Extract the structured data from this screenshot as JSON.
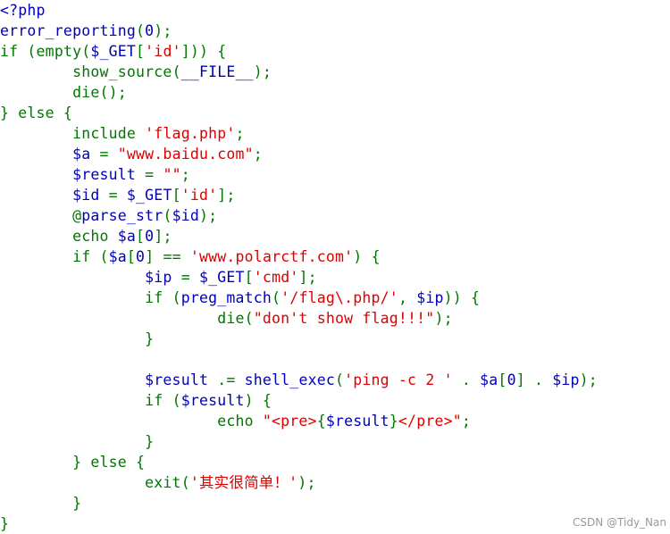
{
  "colors": {
    "default": "#0000BB",
    "keyword": "#007700",
    "string": "#DD0000"
  },
  "lines": [
    [
      {
        "t": "<?php",
        "c": "default"
      }
    ],
    [
      {
        "t": "error_reporting",
        "c": "default"
      },
      {
        "t": "(",
        "c": "keyword"
      },
      {
        "t": "0",
        "c": "default"
      },
      {
        "t": ");",
        "c": "keyword"
      }
    ],
    [
      {
        "t": "if ",
        "c": "keyword"
      },
      {
        "t": "(",
        "c": "keyword"
      },
      {
        "t": "empty",
        "c": "keyword"
      },
      {
        "t": "(",
        "c": "keyword"
      },
      {
        "t": "$_GET",
        "c": "default"
      },
      {
        "t": "[",
        "c": "keyword"
      },
      {
        "t": "'id'",
        "c": "string"
      },
      {
        "t": "])) {",
        "c": "keyword"
      }
    ],
    [
      {
        "t": "        ",
        "c": "keyword"
      },
      {
        "t": "show_source",
        "c": "keyword"
      },
      {
        "t": "(",
        "c": "keyword"
      },
      {
        "t": "__FILE__",
        "c": "default"
      },
      {
        "t": ");",
        "c": "keyword"
      }
    ],
    [
      {
        "t": "        ",
        "c": "keyword"
      },
      {
        "t": "die",
        "c": "keyword"
      },
      {
        "t": "();",
        "c": "keyword"
      }
    ],
    [
      {
        "t": "} else {",
        "c": "keyword"
      }
    ],
    [
      {
        "t": "        ",
        "c": "keyword"
      },
      {
        "t": "include ",
        "c": "keyword"
      },
      {
        "t": "'flag.php'",
        "c": "string"
      },
      {
        "t": ";",
        "c": "keyword"
      }
    ],
    [
      {
        "t": "        ",
        "c": "keyword"
      },
      {
        "t": "$a ",
        "c": "default"
      },
      {
        "t": "= ",
        "c": "keyword"
      },
      {
        "t": "\"www.baidu.com\"",
        "c": "string"
      },
      {
        "t": ";",
        "c": "keyword"
      }
    ],
    [
      {
        "t": "        ",
        "c": "keyword"
      },
      {
        "t": "$result ",
        "c": "default"
      },
      {
        "t": "= ",
        "c": "keyword"
      },
      {
        "t": "\"\"",
        "c": "string"
      },
      {
        "t": ";",
        "c": "keyword"
      }
    ],
    [
      {
        "t": "        ",
        "c": "keyword"
      },
      {
        "t": "$id ",
        "c": "default"
      },
      {
        "t": "= ",
        "c": "keyword"
      },
      {
        "t": "$_GET",
        "c": "default"
      },
      {
        "t": "[",
        "c": "keyword"
      },
      {
        "t": "'id'",
        "c": "string"
      },
      {
        "t": "];",
        "c": "keyword"
      }
    ],
    [
      {
        "t": "        ",
        "c": "keyword"
      },
      {
        "t": "@",
        "c": "keyword"
      },
      {
        "t": "parse_str",
        "c": "default"
      },
      {
        "t": "(",
        "c": "keyword"
      },
      {
        "t": "$id",
        "c": "default"
      },
      {
        "t": ");",
        "c": "keyword"
      }
    ],
    [
      {
        "t": "        ",
        "c": "keyword"
      },
      {
        "t": "echo ",
        "c": "keyword"
      },
      {
        "t": "$a",
        "c": "default"
      },
      {
        "t": "[",
        "c": "keyword"
      },
      {
        "t": "0",
        "c": "default"
      },
      {
        "t": "];",
        "c": "keyword"
      }
    ],
    [
      {
        "t": "        ",
        "c": "keyword"
      },
      {
        "t": "if ",
        "c": "keyword"
      },
      {
        "t": "(",
        "c": "keyword"
      },
      {
        "t": "$a",
        "c": "default"
      },
      {
        "t": "[",
        "c": "keyword"
      },
      {
        "t": "0",
        "c": "default"
      },
      {
        "t": "] ",
        "c": "keyword"
      },
      {
        "t": "== ",
        "c": "keyword"
      },
      {
        "t": "'www.polarctf.com'",
        "c": "string"
      },
      {
        "t": ") {",
        "c": "keyword"
      }
    ],
    [
      {
        "t": "                ",
        "c": "keyword"
      },
      {
        "t": "$ip ",
        "c": "default"
      },
      {
        "t": "= ",
        "c": "keyword"
      },
      {
        "t": "$_GET",
        "c": "default"
      },
      {
        "t": "[",
        "c": "keyword"
      },
      {
        "t": "'cmd'",
        "c": "string"
      },
      {
        "t": "];",
        "c": "keyword"
      }
    ],
    [
      {
        "t": "                ",
        "c": "keyword"
      },
      {
        "t": "if ",
        "c": "keyword"
      },
      {
        "t": "(",
        "c": "keyword"
      },
      {
        "t": "preg_match",
        "c": "default"
      },
      {
        "t": "(",
        "c": "keyword"
      },
      {
        "t": "'/flag\\.php/'",
        "c": "string"
      },
      {
        "t": ", ",
        "c": "keyword"
      },
      {
        "t": "$ip",
        "c": "default"
      },
      {
        "t": ")) {",
        "c": "keyword"
      }
    ],
    [
      {
        "t": "                        ",
        "c": "keyword"
      },
      {
        "t": "die",
        "c": "keyword"
      },
      {
        "t": "(",
        "c": "keyword"
      },
      {
        "t": "\"don't show flag!!!\"",
        "c": "string"
      },
      {
        "t": ");",
        "c": "keyword"
      }
    ],
    [
      {
        "t": "                ",
        "c": "keyword"
      },
      {
        "t": "}",
        "c": "keyword"
      }
    ],
    [
      {
        "t": "",
        "c": "keyword"
      }
    ],
    [
      {
        "t": "                ",
        "c": "keyword"
      },
      {
        "t": "$result ",
        "c": "default"
      },
      {
        "t": ".= ",
        "c": "keyword"
      },
      {
        "t": "shell_exec",
        "c": "default"
      },
      {
        "t": "(",
        "c": "keyword"
      },
      {
        "t": "'ping -c 2 '",
        "c": "string"
      },
      {
        "t": " . ",
        "c": "keyword"
      },
      {
        "t": "$a",
        "c": "default"
      },
      {
        "t": "[",
        "c": "keyword"
      },
      {
        "t": "0",
        "c": "default"
      },
      {
        "t": "] . ",
        "c": "keyword"
      },
      {
        "t": "$ip",
        "c": "default"
      },
      {
        "t": ");",
        "c": "keyword"
      }
    ],
    [
      {
        "t": "                ",
        "c": "keyword"
      },
      {
        "t": "if ",
        "c": "keyword"
      },
      {
        "t": "(",
        "c": "keyword"
      },
      {
        "t": "$result",
        "c": "default"
      },
      {
        "t": ") {",
        "c": "keyword"
      }
    ],
    [
      {
        "t": "                        ",
        "c": "keyword"
      },
      {
        "t": "echo ",
        "c": "keyword"
      },
      {
        "t": "\"<pre>",
        "c": "string"
      },
      {
        "t": "{",
        "c": "keyword"
      },
      {
        "t": "$result",
        "c": "default"
      },
      {
        "t": "}",
        "c": "keyword"
      },
      {
        "t": "</pre>\"",
        "c": "string"
      },
      {
        "t": ";",
        "c": "keyword"
      }
    ],
    [
      {
        "t": "                ",
        "c": "keyword"
      },
      {
        "t": "}",
        "c": "keyword"
      }
    ],
    [
      {
        "t": "        ",
        "c": "keyword"
      },
      {
        "t": "} else {",
        "c": "keyword"
      }
    ],
    [
      {
        "t": "                ",
        "c": "keyword"
      },
      {
        "t": "exit",
        "c": "keyword"
      },
      {
        "t": "(",
        "c": "keyword"
      },
      {
        "t": "'其实很简单！'",
        "c": "string"
      },
      {
        "t": ");",
        "c": "keyword"
      }
    ],
    [
      {
        "t": "        ",
        "c": "keyword"
      },
      {
        "t": "}",
        "c": "keyword"
      }
    ],
    [
      {
        "t": "}",
        "c": "keyword"
      }
    ]
  ],
  "watermark": "CSDN @Tidy_Nan"
}
